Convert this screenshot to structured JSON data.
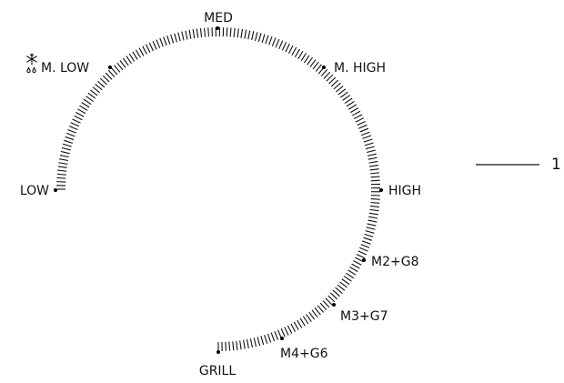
{
  "dial": {
    "positions": [
      {
        "id": "low",
        "label": "LOW"
      },
      {
        "id": "mlow",
        "label": "M. LOW",
        "icon": "defrost-icon"
      },
      {
        "id": "med",
        "label": "MED"
      },
      {
        "id": "mhigh",
        "label": "M. HIGH"
      },
      {
        "id": "high",
        "label": "HIGH"
      },
      {
        "id": "m2g8",
        "label": "M2+G8"
      },
      {
        "id": "m3g7",
        "label": "M3+G7"
      },
      {
        "id": "m4g6",
        "label": "M4+G6"
      },
      {
        "id": "grill",
        "label": "GRILL"
      }
    ]
  },
  "callout": {
    "number": "1"
  },
  "colors": {
    "ink": "#111111",
    "background": "#ffffff"
  }
}
